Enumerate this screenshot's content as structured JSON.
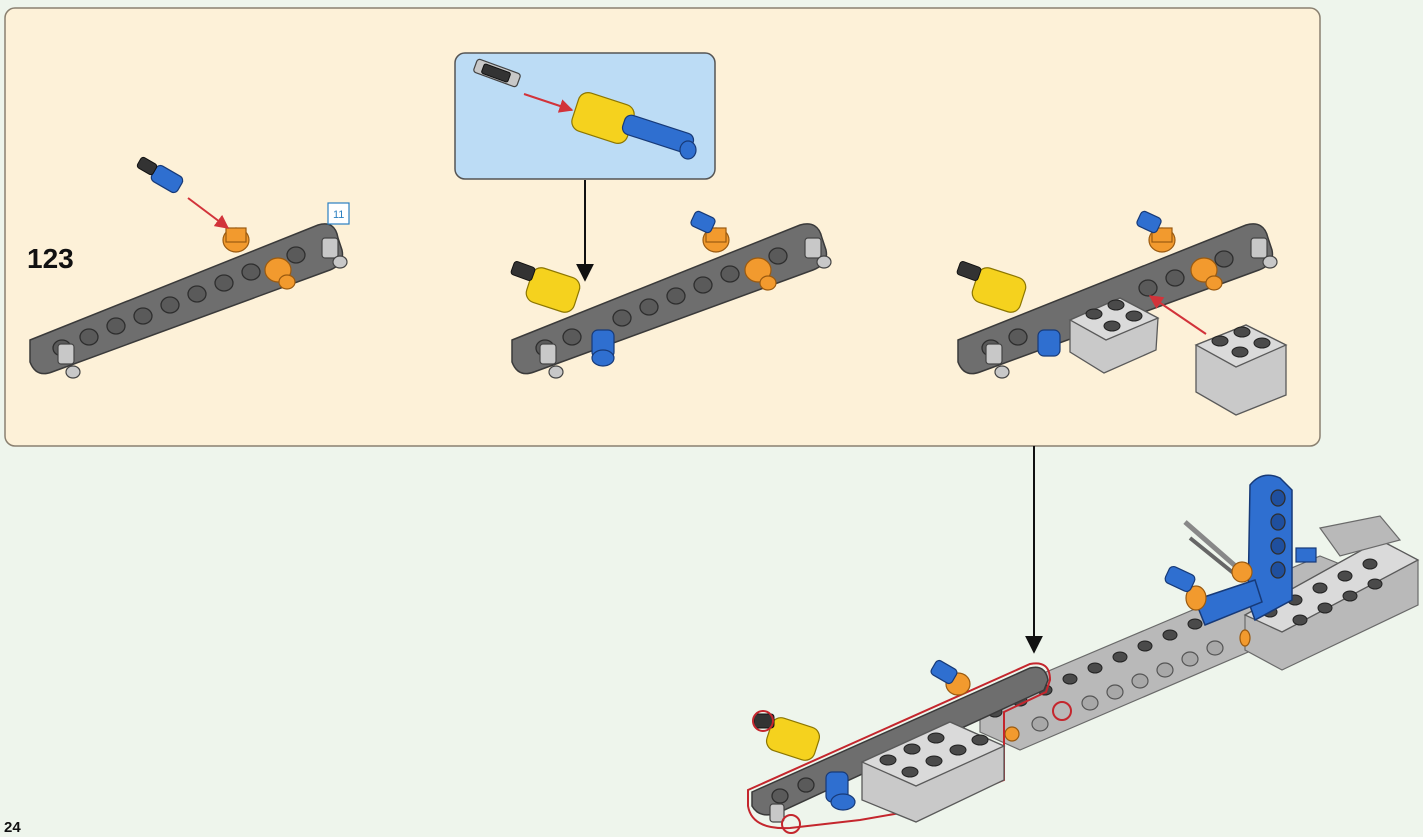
{
  "page": {
    "step_number": "123",
    "quantity_badge": "11",
    "page_number": "24"
  },
  "colors": {
    "step_panel": "#fdf1d8",
    "callout_panel": "#bcdcf5",
    "background": "#eef5ec",
    "beam_dark_gray": "#6e6e6e",
    "pin_orange": "#f29a2e",
    "pin_blue": "#2f6fd0",
    "connector_yellow": "#f5d21e",
    "arrow_red": "#d2333a"
  },
  "parts": [
    "technic-beam",
    "friction-pin-orange",
    "axle-pin-blue",
    "pin-connector-yellow",
    "axle-pin-gray",
    "brick-2x2-light-gray"
  ]
}
